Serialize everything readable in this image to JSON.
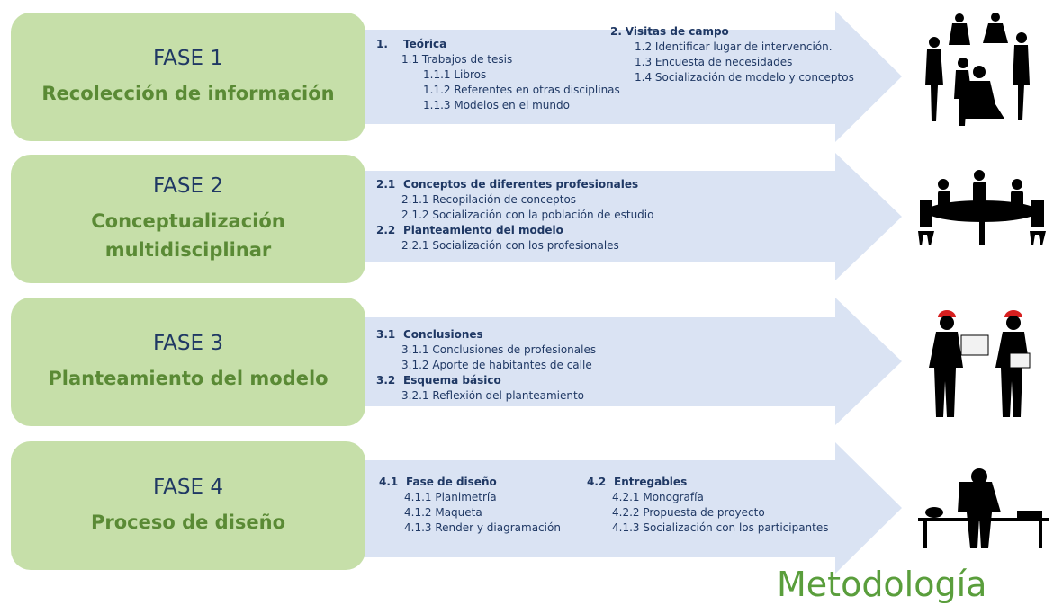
{
  "phases": [
    {
      "num": "FASE 1",
      "title": "Recolección de información"
    },
    {
      "num": "FASE 2",
      "title": "Conceptualización multidisciplinar"
    },
    {
      "num": "FASE 3",
      "title": "Planteamiento del modelo"
    },
    {
      "num": "FASE 4",
      "title": "Proceso de diseño"
    }
  ],
  "phase1": {
    "left": {
      "head_num": "1.",
      "head": "Teórica",
      "lines": [
        "1.1 Trabajos de tesis",
        "1.1.1 Libros",
        "1.1.2 Referentes en otras disciplinas",
        "1.1.3 Modelos en el mundo"
      ]
    },
    "right": {
      "head_num": "2.",
      "head": "Visitas de campo",
      "lines": [
        "1.2 Identificar lugar de intervención.",
        "1.3 Encuesta de necesidades",
        "1.4 Socialización de modelo y conceptos"
      ]
    }
  },
  "phase2": {
    "s1_num": "2.1",
    "s1_head": "Conceptos de diferentes profesionales",
    "s1_lines": [
      "2.1.1 Recopilación de conceptos",
      "2.1.2 Socialización con la población de estudio"
    ],
    "s2_num": "2.2",
    "s2_head": "Planteamiento del modelo",
    "s2_lines": [
      "2.2.1 Socialización con los profesionales"
    ]
  },
  "phase3": {
    "s1_num": "3.1",
    "s1_head": "Conclusiones",
    "s1_lines": [
      "3.1.1 Conclusiones de profesionales",
      "3.1.2 Aporte de habitantes de calle"
    ],
    "s2_num": "3.2",
    "s2_head": "Esquema básico",
    "s2_lines": [
      "3.2.1 Reflexión del planteamiento"
    ]
  },
  "phase4": {
    "left": {
      "num": "4.1",
      "head": "Fase de diseño",
      "lines": [
        "4.1.1 Planimetría",
        "4.1.2 Maqueta",
        "4.1.3 Render y diagramación"
      ]
    },
    "right": {
      "num": "4.2",
      "head": "Entregables",
      "lines": [
        "4.2.1 Monografía",
        "4.2.2 Propuesta de proyecto",
        "4.1.3 Socialización con los participantes"
      ]
    }
  },
  "footer": "Metodología",
  "colors": {
    "box": "#c6dfa9",
    "arrow": "#dae3f3",
    "navy": "#1f3864",
    "green": "#5a8a35"
  }
}
